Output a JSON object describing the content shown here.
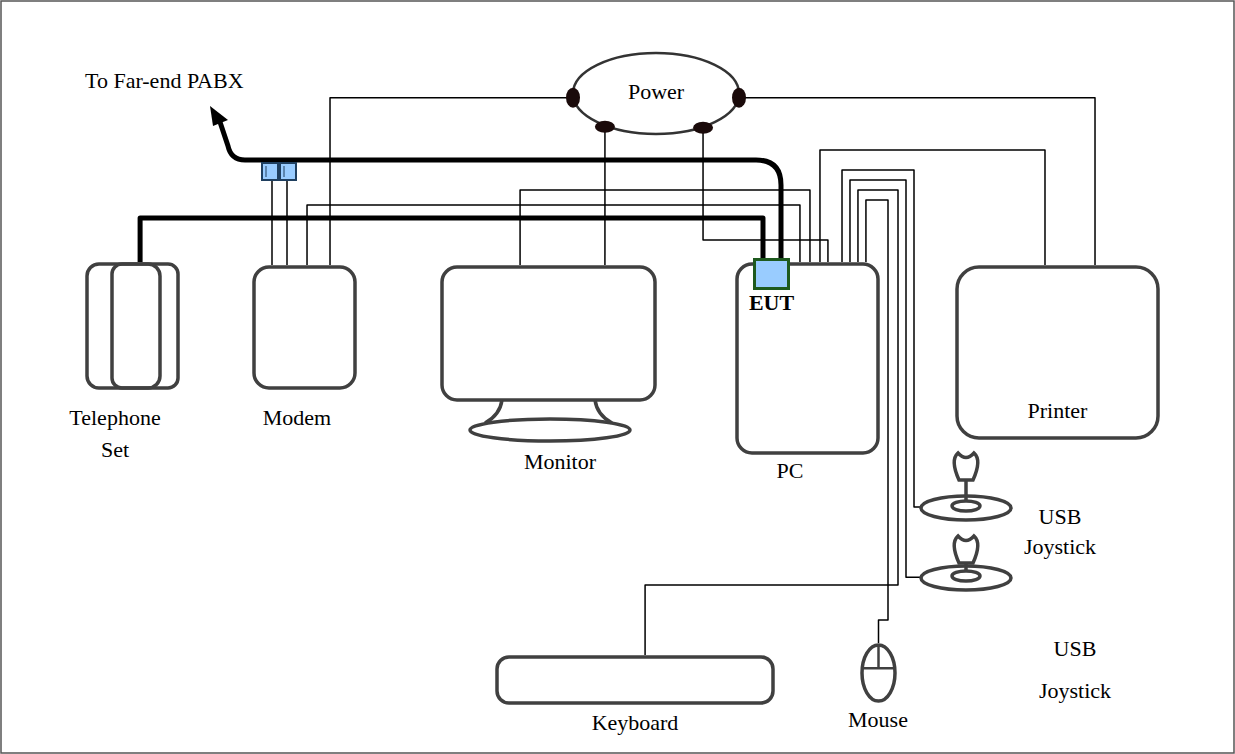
{
  "diagram": {
    "nodes": [
      {
        "text": [
          "Power"
        ]
      },
      {
        "text": [
          "Telephone Set"
        ]
      },
      {
        "text": [
          "Modem"
        ]
      },
      {
        "text": [
          "Monitor"
        ]
      },
      {
        "text": [
          "PC"
        ]
      },
      {
        "text": [
          "EUT"
        ],
        "in": 4
      },
      {
        "text": [
          "Printer"
        ]
      },
      {
        "text": [
          "USB Joystick"
        ]
      },
      {
        "text": [
          "USB Joystick"
        ]
      },
      {
        "text": [
          "Keyboard"
        ]
      },
      {
        "text": [
          "Mouse"
        ]
      }
    ],
    "edges": [
      {
        "from": 0,
        "to": 2,
        "arrow": "none"
      },
      {
        "from": 0,
        "to": 3,
        "arrow": "none"
      },
      {
        "from": 0,
        "to": 4,
        "arrow": "none"
      },
      {
        "from": 0,
        "to": 6,
        "arrow": "none"
      },
      {
        "from": 1,
        "to": 5,
        "arrow": "none"
      },
      {
        "from": 2,
        "to": 4,
        "arrow": "none"
      },
      {
        "from": 3,
        "to": 4,
        "arrow": "none"
      },
      {
        "from": 4,
        "to": 6,
        "arrow": "none"
      },
      {
        "from": 4,
        "to": 7,
        "arrow": "none"
      },
      {
        "from": 4,
        "to": 8,
        "arrow": "none"
      },
      {
        "from": 4,
        "to": 9,
        "arrow": "none"
      },
      {
        "from": 4,
        "to": 10,
        "arrow": "none"
      }
    ],
    "labels": [
      "To Far-end PABX"
    ]
  }
}
